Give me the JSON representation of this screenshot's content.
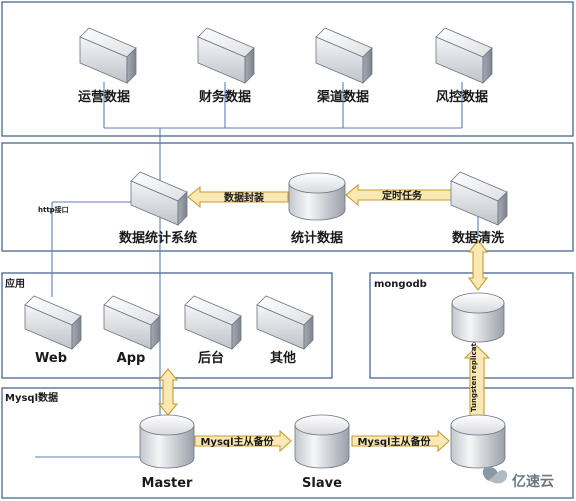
{
  "groups": {
    "top": "",
    "middle": "",
    "apps": "应用",
    "mongo": "mongodb",
    "mysql": "Mysql数据"
  },
  "top_nodes": [
    "运营数据",
    "财务数据",
    "渠道数据",
    "风控数据"
  ],
  "middle_nodes": {
    "system": "数据统计系统",
    "stats": "统计数据",
    "cleaning": "数据清洗"
  },
  "app_nodes": [
    "Web",
    "App",
    "后台",
    "其他"
  ],
  "mysql_nodes": {
    "master": "Master",
    "slave": "Slave",
    "third": ""
  },
  "arrows": {
    "encapsulate": "数据封装",
    "scheduled": "定时任务",
    "replica1": "Mysql主从备份",
    "replica2": "Mysql主从备份",
    "tungsten": "Tungsten replicator"
  },
  "http_label": "http接口",
  "watermark": "亿速云",
  "colors": {
    "panel_border": "#3a5a86",
    "connector": "#5b7fb3",
    "arrow_fill": "#fbe9b4",
    "arrow_stroke": "#c79a32"
  }
}
